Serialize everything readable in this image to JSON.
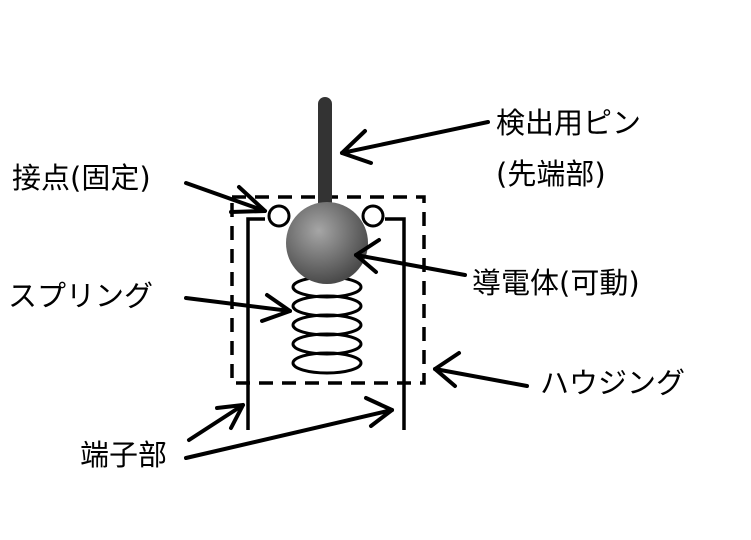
{
  "diagram": {
    "labels": {
      "detection_pin_line1": "検出用ピン",
      "detection_pin_line2": "(先端部)",
      "contact_fixed": "接点(固定)",
      "conductor_movable": "導電体(可動)",
      "spring": "スプリング",
      "housing": "ハウジング",
      "terminal": "端子部"
    },
    "colors": {
      "line": "#000000",
      "pin": "#333333",
      "ball_light": "#a6a6a6",
      "ball_dark": "#4a4a4a",
      "background": "#ffffff"
    }
  }
}
